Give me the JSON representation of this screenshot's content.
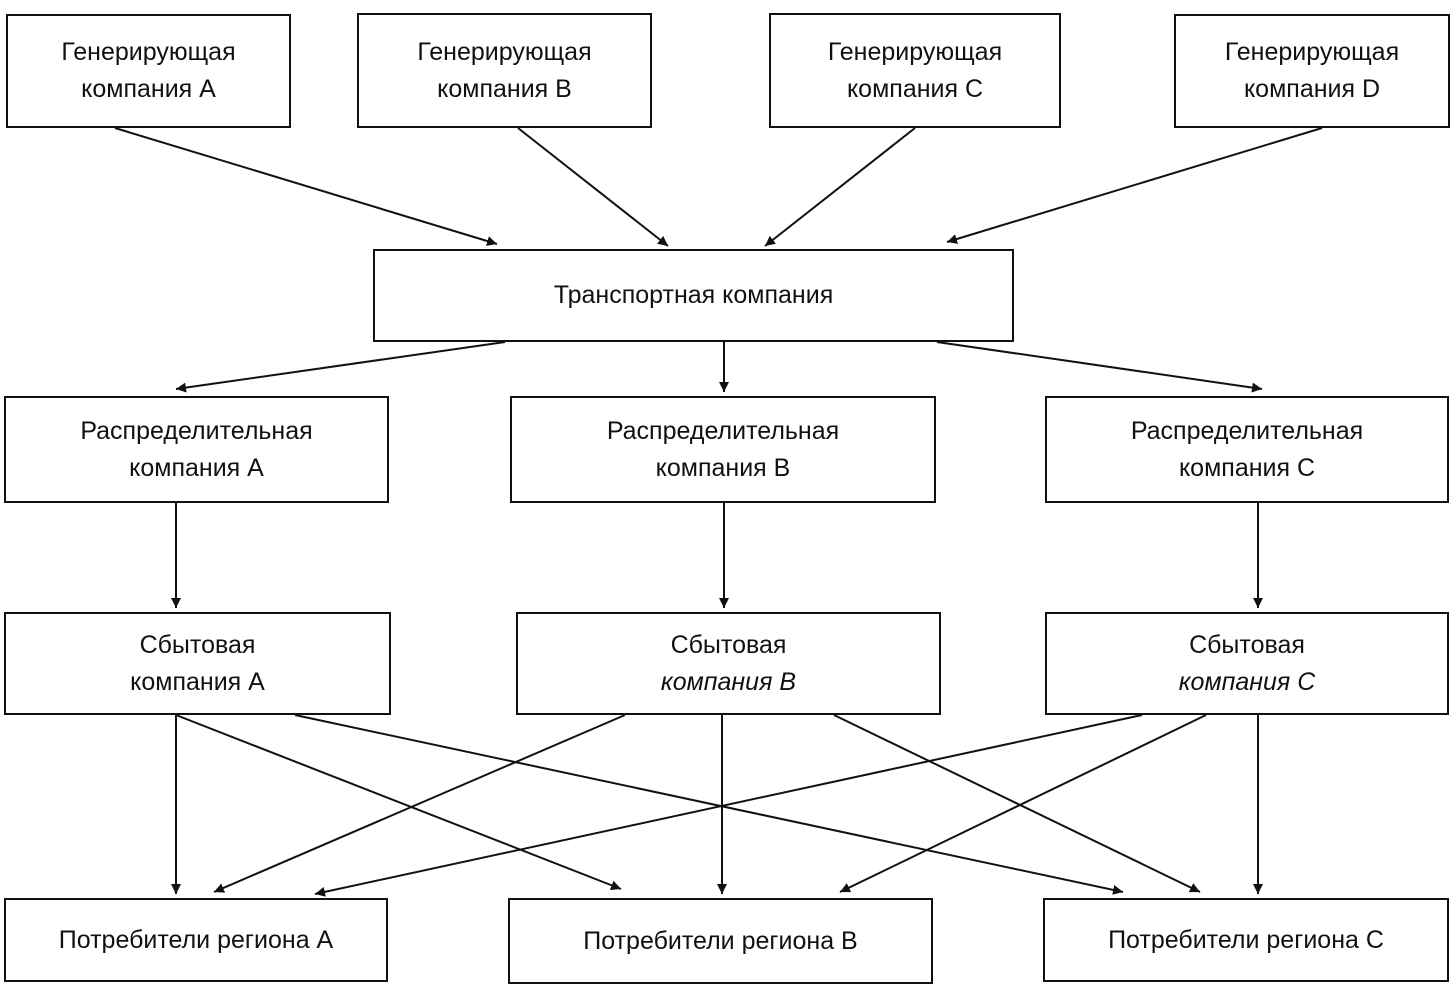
{
  "generation": [
    {
      "line1": "Генерирующая",
      "line2": "компания A"
    },
    {
      "line1": "Генерирующая",
      "line2": "компания B"
    },
    {
      "line1": "Генерирующая",
      "line2": "компания C"
    },
    {
      "line1": "Генерирующая",
      "line2": "компания D"
    }
  ],
  "transport": {
    "label": "Транспортная компания"
  },
  "distribution": [
    {
      "line1": "Распределительная",
      "line2": "компания A"
    },
    {
      "line1": "Распределительная",
      "line2": "компания B"
    },
    {
      "line1": "Распределительная",
      "line2": "компания C"
    }
  ],
  "sales": [
    {
      "line1": "Сбытовая",
      "line2": "компания A"
    },
    {
      "line1": "Сбытовая",
      "line2": "компания B"
    },
    {
      "line1": "Сбытовая",
      "line2": "компания C"
    }
  ],
  "consumers": [
    {
      "label": "Потребители региона A"
    },
    {
      "label": "Потребители региона B"
    },
    {
      "label": "Потребители региона C"
    }
  ],
  "colors": {
    "stroke": "#111111",
    "background": "#ffffff"
  }
}
